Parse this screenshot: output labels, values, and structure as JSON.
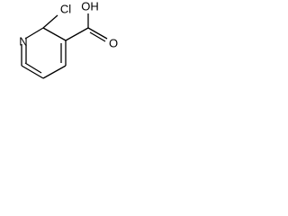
{
  "atoms": {
    "nitrogen": "N",
    "chlorine": "Cl",
    "hydroxyl": "OH",
    "carbonyl_oxygen": "O"
  }
}
